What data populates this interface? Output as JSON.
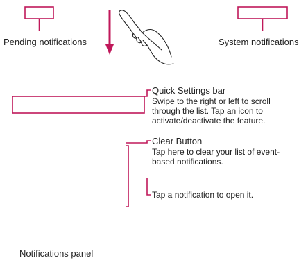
{
  "labels": {
    "pending_notifications": "Pending notifications",
    "system_notifications": "System notifications",
    "quick_settings_title": "Quick Settings bar",
    "quick_settings_desc": "Swipe to the right or left to scroll through the list. Tap an icon to activate/deactivate the feature.",
    "clear_button_title": "Clear Button",
    "clear_button_desc": "Tap here to clear your list of event-based notifications.",
    "tap_notification": "Tap a notification to open it.",
    "panel_caption": "Notifications panel"
  },
  "colors": {
    "accent": "#c0185a",
    "text": "#222222"
  },
  "icons": {
    "arrow": "down-arrow-icon",
    "hand": "swipe-hand-icon"
  }
}
